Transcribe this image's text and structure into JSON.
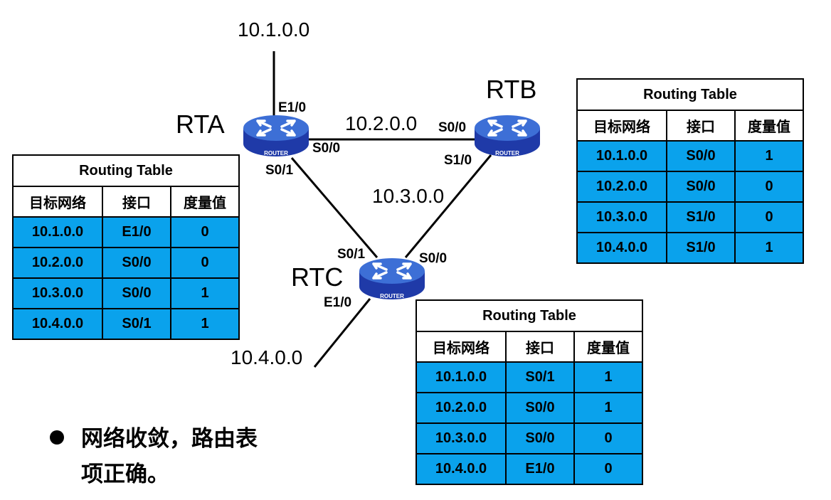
{
  "colors": {
    "row_fill": "#0aa2ec",
    "router_body": "#1f3aa8",
    "router_top": "#3d6fd6",
    "line": "#000000"
  },
  "networks": {
    "n1": "10.1.0.0",
    "n2": "10.2.0.0",
    "n3": "10.3.0.0",
    "n4": "10.4.0.0"
  },
  "routers": {
    "rta": {
      "name": "RTA",
      "device_label": "ROUTER"
    },
    "rtb": {
      "name": "RTB",
      "device_label": "ROUTER"
    },
    "rtc": {
      "name": "RTC",
      "device_label": "ROUTER"
    }
  },
  "interfaces": {
    "rta_e10": "E1/0",
    "rta_s00": "S0/0",
    "rta_s01": "S0/1",
    "rtb_s00": "S0/0",
    "rtb_s10": "S1/0",
    "rtc_s01": "S0/1",
    "rtc_s00": "S0/0",
    "rtc_e10": "E1/0"
  },
  "tables": {
    "rta": {
      "title": "Routing Table",
      "headers": [
        "目标网络",
        "接口",
        "度量值"
      ],
      "rows": [
        [
          "10.1.0.0",
          "E1/0",
          "0"
        ],
        [
          "10.2.0.0",
          "S0/0",
          "0"
        ],
        [
          "10.3.0.0",
          "S0/0",
          "1"
        ],
        [
          "10.4.0.0",
          "S0/1",
          "1"
        ]
      ]
    },
    "rtb": {
      "title": "Routing Table",
      "headers": [
        "目标网络",
        "接口",
        "度量值"
      ],
      "rows": [
        [
          "10.1.0.0",
          "S0/0",
          "1"
        ],
        [
          "10.2.0.0",
          "S0/0",
          "0"
        ],
        [
          "10.3.0.0",
          "S1/0",
          "0"
        ],
        [
          "10.4.0.0",
          "S1/0",
          "1"
        ]
      ]
    },
    "rtc": {
      "title": "Routing Table",
      "headers": [
        "目标网络",
        "接口",
        "度量值"
      ],
      "rows": [
        [
          "10.1.0.0",
          "S0/1",
          "1"
        ],
        [
          "10.2.0.0",
          "S0/0",
          "1"
        ],
        [
          "10.3.0.0",
          "S0/0",
          "0"
        ],
        [
          "10.4.0.0",
          "E1/0",
          "0"
        ]
      ]
    }
  },
  "note": {
    "line1": "网络收敛，路由表",
    "line2": "项正确。"
  }
}
